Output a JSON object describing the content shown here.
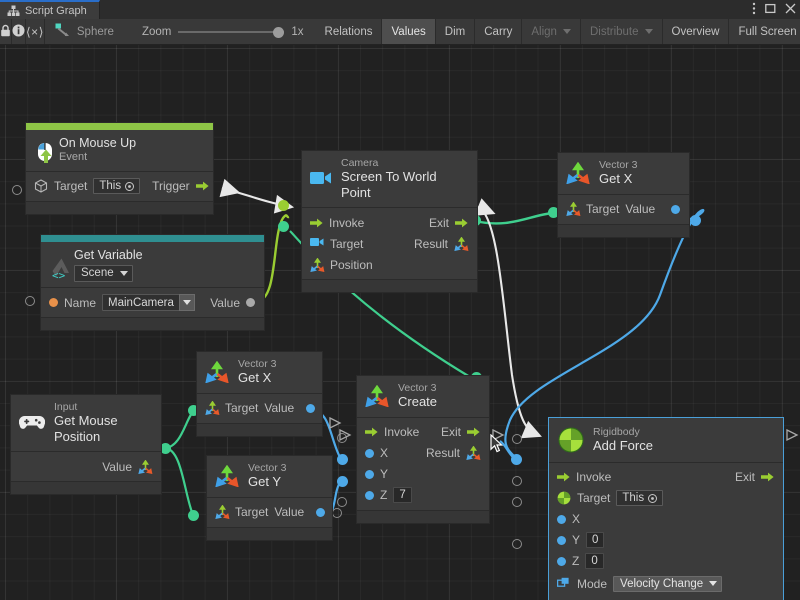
{
  "window": {
    "tab_label": "Script Graph",
    "tab_icon": "script-graph-icon",
    "menu_icon": "kebab-menu-icon",
    "maximize_icon": "maximize-icon",
    "close_icon": "close-icon"
  },
  "toolbar": {
    "lock_icon": "lock-icon",
    "info_icon": "info-icon",
    "code_icon": "angle-brackets-icon",
    "target_icon": "graph-target-icon",
    "target_label": "Sphere",
    "zoom_label": "Zoom",
    "zoom_value": "1x",
    "buttons": [
      {
        "label": "Relations",
        "state": "normal"
      },
      {
        "label": "Values",
        "state": "active"
      },
      {
        "label": "Dim",
        "state": "normal"
      },
      {
        "label": "Carry",
        "state": "normal"
      },
      {
        "label": "Align",
        "state": "disabled",
        "caret": true
      },
      {
        "label": "Distribute",
        "state": "disabled",
        "caret": true
      },
      {
        "label": "Overview",
        "state": "normal"
      },
      {
        "label": "Full Screen",
        "state": "normal"
      }
    ]
  },
  "colors": {
    "accent_event": "#8ec546",
    "accent_variable": "#2f8f91",
    "flow_green": "#9ACD32",
    "flow_white": "#e8e8e8",
    "data_teal": "#3fd0a0",
    "data_blue": "#4ea9e8",
    "node_bg": "#3b3b3b",
    "canvas_bg": "#212121",
    "selection": "#4a9fd8"
  },
  "nodes": {
    "on_mouse_up": {
      "subtitle": "On Mouse Up",
      "title": "Event",
      "icon": "mouse-up-event-icon",
      "target_label": "Target",
      "target_value": "This",
      "trigger_label": "Trigger"
    },
    "get_variable": {
      "subtitle": "Get Variable",
      "scope": "Scene",
      "icon": "variable-icon",
      "name_label": "Name",
      "name_value": "MainCamera",
      "value_label": "Value"
    },
    "screen_to_world": {
      "subtitle": "Camera",
      "title": "Screen To World Point",
      "icon": "camera-icon",
      "invoke_label": "Invoke",
      "exit_label": "Exit",
      "target_label": "Target",
      "result_label": "Result",
      "position_label": "Position"
    },
    "vector3_getx_top": {
      "subtitle": "Vector 3",
      "title": "Get X",
      "icon": "vector3-icon",
      "target_label": "Target",
      "value_label": "Value"
    },
    "vector3_getx_left": {
      "subtitle": "Vector 3",
      "title": "Get X",
      "icon": "vector3-icon",
      "target_label": "Target",
      "value_label": "Value"
    },
    "vector3_gety_left": {
      "subtitle": "Vector 3",
      "title": "Get Y",
      "icon": "vector3-icon",
      "target_label": "Target",
      "value_label": "Value"
    },
    "input_mouse": {
      "subtitle": "Input",
      "title": "Get Mouse Position",
      "icon": "gamepad-icon",
      "value_label": "Value"
    },
    "vector3_create": {
      "subtitle": "Vector 3",
      "title": "Create",
      "icon": "vector3-icon",
      "invoke_label": "Invoke",
      "exit_label": "Exit",
      "x_label": "X",
      "y_label": "Y",
      "z_label": "Z",
      "z_value": "7",
      "result_label": "Result"
    },
    "add_force": {
      "subtitle": "Rigidbody",
      "title": "Add Force",
      "icon": "rigidbody-icon",
      "invoke_label": "Invoke",
      "exit_label": "Exit",
      "target_label": "Target",
      "target_value": "This",
      "x_label": "X",
      "y_label": "Y",
      "y_value": "0",
      "z_label": "Z",
      "z_value": "0",
      "mode_label": "Mode",
      "mode_value": "Velocity Change"
    }
  }
}
